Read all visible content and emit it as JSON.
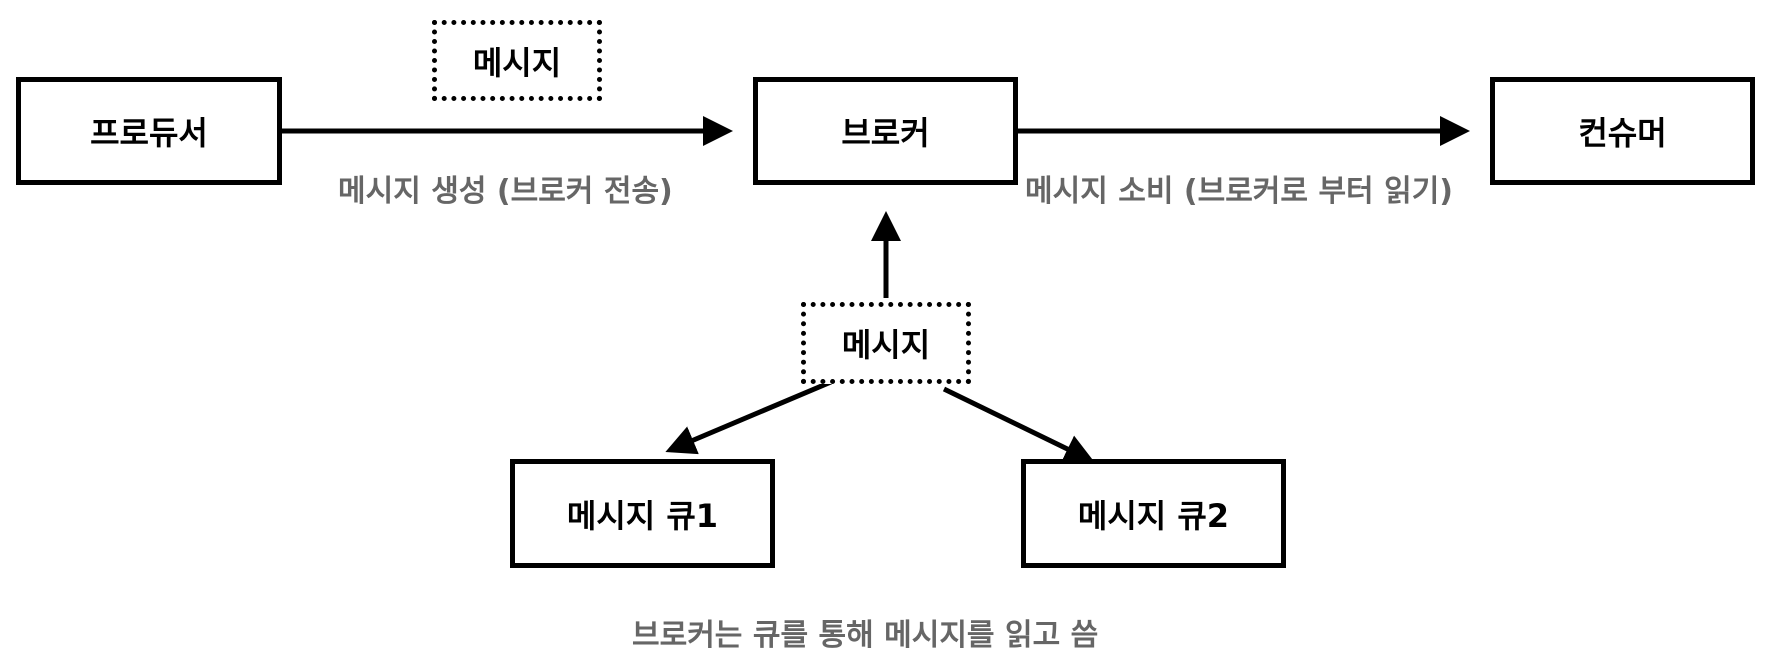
{
  "nodes": {
    "producer": "프로듀서",
    "broker": "브로커",
    "consumer": "컨슈머",
    "message_top": "메시지",
    "message_mid": "메시지",
    "queue1": "메시지 큐1",
    "queue2": "메시지 큐2"
  },
  "captions": {
    "produce": "메시지 생성 (브로커 전송)",
    "consume": "메시지 소비 (브로커로 부터 읽기)",
    "bottom": "브로커는 큐를 통해 메시지를 읽고 씀"
  },
  "colors": {
    "stroke": "#000000",
    "caption": "#666666"
  }
}
